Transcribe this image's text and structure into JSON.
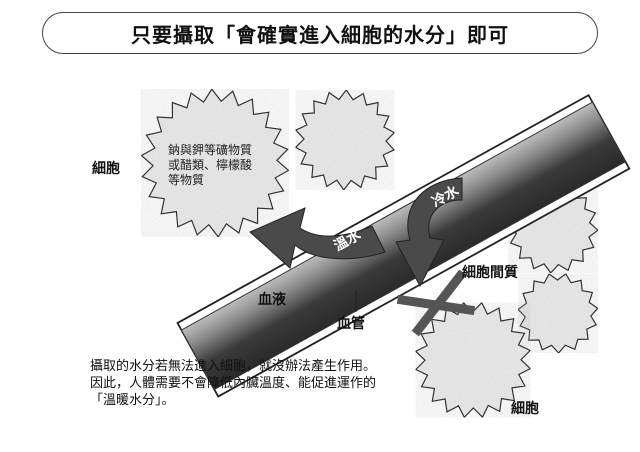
{
  "title": "只要攝取「會確實進入細胞的水分」即可",
  "labels": {
    "cell_left": "細胞",
    "cell_right": "細胞",
    "cell_contents": [
      "鈉與鉀等礦物質",
      "或醋類、檸檬酸",
      "等物質"
    ],
    "warm_water": "溫水",
    "cold_water": "冷水",
    "blood": "血液",
    "vessel": "血管",
    "interstitial": "細胞間質"
  },
  "caption": [
    "攝取的水分若無法進入細胞，就沒辦法產生作用。",
    "因此，人體需要不會降低內臟溫度、能促進運作的",
    "「溫暖水分」。"
  ],
  "colors": {
    "vessel_dark": "#3a3a3a",
    "vessel_mid": "#8a8a8a",
    "arrow": "#4a4a4a",
    "cell_fill": "#ececec",
    "cross": "#555555"
  }
}
